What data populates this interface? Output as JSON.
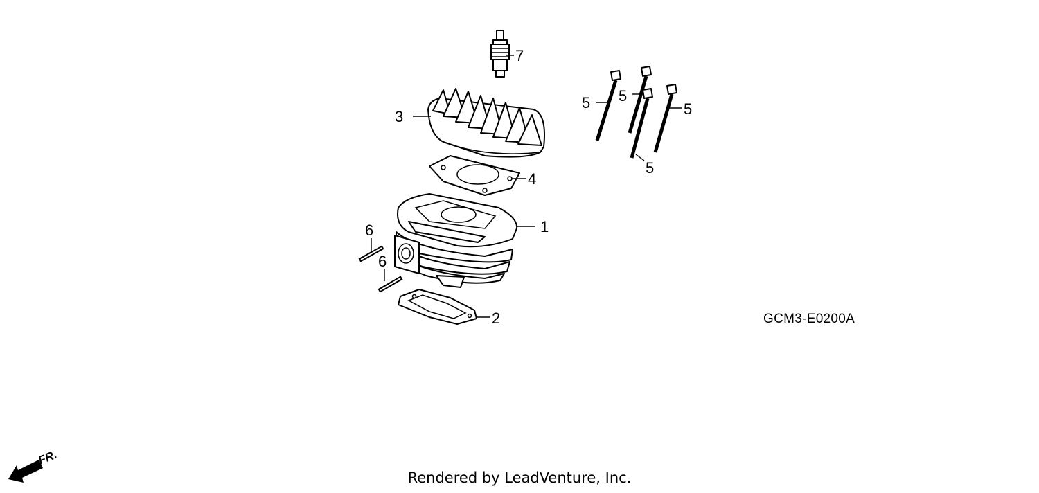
{
  "diagram": {
    "drawing_code": "GCM3-E0200A",
    "footer": "Rendered by LeadVenture, Inc.",
    "direction_label": "FR.",
    "callouts": {
      "cylinder": "1",
      "base_gasket": "2",
      "cylinder_head": "3",
      "head_gasket": "4",
      "bolt_a": "5",
      "bolt_b": "5",
      "bolt_c": "5",
      "bolt_d": "5",
      "stud_upper": "6",
      "stud_lower": "6",
      "spark_plug": "7"
    }
  }
}
